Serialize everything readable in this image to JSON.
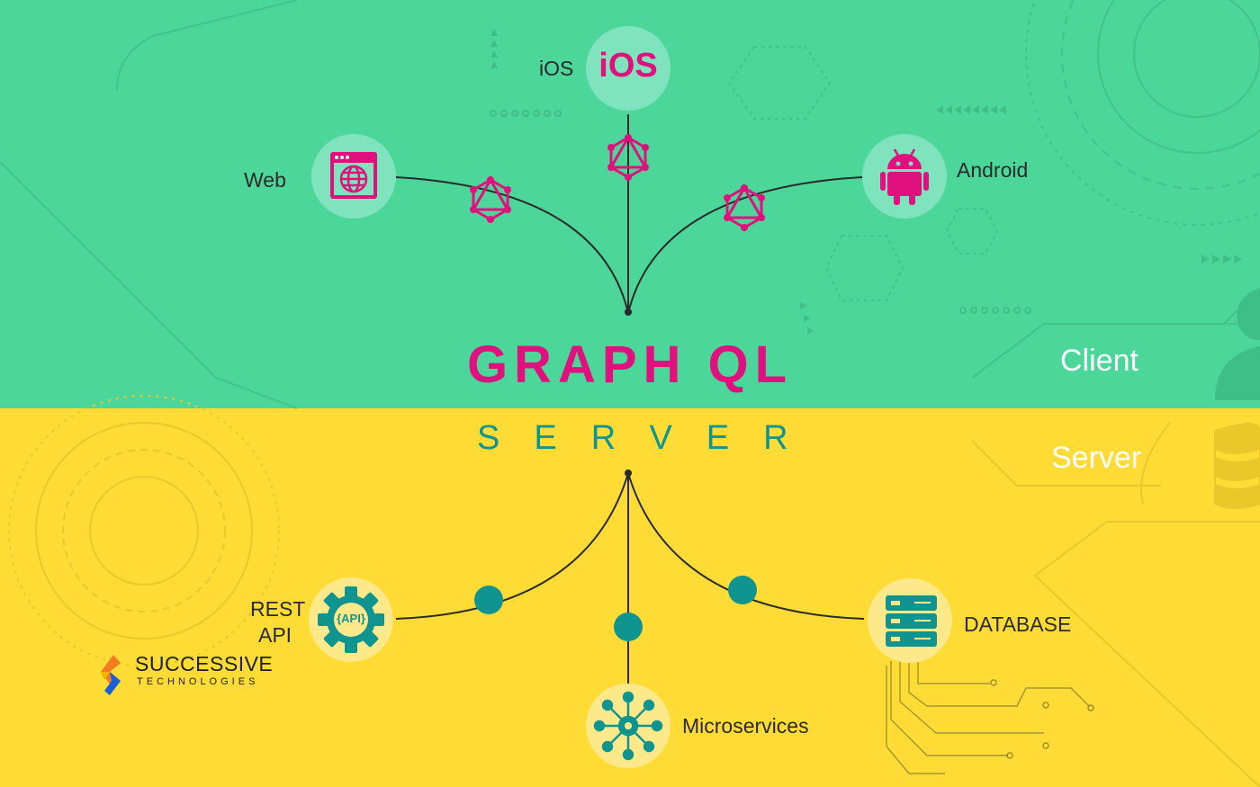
{
  "client": {
    "section_label": "Client",
    "nodes": {
      "ios": {
        "label": "iOS",
        "icon_text": "iOS"
      },
      "web": {
        "label": "Web"
      },
      "android": {
        "label": "Android"
      }
    }
  },
  "title": "GRAPH QL",
  "server": {
    "subtitle": "SERVER",
    "section_label": "Server",
    "nodes": {
      "rest_api": {
        "label_line1": "REST",
        "label_line2": "API",
        "icon_text": "{API}"
      },
      "microservices": {
        "label": "Microservices"
      },
      "database": {
        "label": "DATABASE"
      }
    }
  },
  "brand": {
    "name": "SUCCESSIVE",
    "sub": "TECHNOLOGIES"
  },
  "colors": {
    "client_bg": "#4dd699",
    "server_bg": "#fedb35",
    "graphql_magenta": "#e0117f",
    "server_teal": "#0f9490",
    "line": "#2a2a2a"
  },
  "icons": [
    "ios-icon",
    "web-browser-icon",
    "android-icon",
    "graphql-logo-icon",
    "api-gear-icon",
    "microservices-icon",
    "database-server-icon",
    "successive-logo-icon"
  ]
}
